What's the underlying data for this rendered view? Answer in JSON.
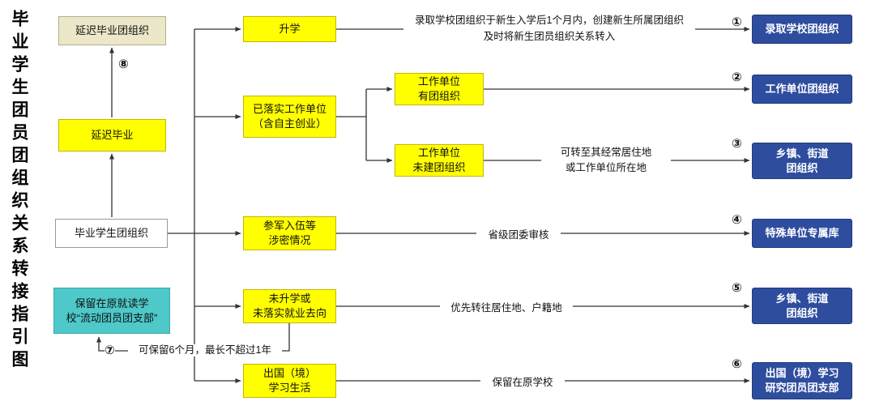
{
  "title": "毕业学生团员团组织关系转接指引图",
  "left_column": {
    "delayed_org_label": "延迟毕业团组织",
    "badge8": "⑧",
    "delayed_label": "延迟毕业",
    "graduate_org_label": "毕业学生团组织",
    "retain_org_label": "保留在原就读学\n校“流动团员团支部”",
    "badge7": "⑦",
    "retain_note": "可保留6个月，最长不超过1年"
  },
  "middle": {
    "further_study_label": "升学",
    "employed_label": "已落实工作单位\n（含自主创业）",
    "work_with_org_label": "工作单位\n有团组织",
    "work_without_org_label": "工作单位\n未建团组织",
    "military_label": "参军入伍等\n涉密情况",
    "not_enrolled_label": "未升学或\n未落实就业去向",
    "abroad_label": "出国（境）\n学习生活"
  },
  "annotations": {
    "enroll_note": "录取学校团组织于新生入学后1个月内，创建新生所属团组织\n及时将新生团员组织关系转入",
    "transfer_note": "可转至其经常居住地\n或工作单位所在地",
    "review_note": "省级团委审核",
    "priority_note": "优先转往居住地、户籍地",
    "keep_school_note": "保留在原学校"
  },
  "targets": [
    {
      "badge": "①",
      "label": "录取学校团组织"
    },
    {
      "badge": "②",
      "label": "工作单位团组织"
    },
    {
      "badge": "③",
      "label": "乡镇、街道\n团组织"
    },
    {
      "badge": "④",
      "label": "特殊单位专属库"
    },
    {
      "badge": "⑤",
      "label": "乡镇、街道\n团组织"
    },
    {
      "badge": "⑥",
      "label": "出国（境）学习\n研究团员团支部"
    }
  ],
  "colors": {
    "branch_yellow": "#ffff00",
    "delayed_beige": "#ece7c9",
    "retain_teal": "#4ec8c8",
    "target_blue": "#2e4d9e",
    "wire": "#333333"
  }
}
